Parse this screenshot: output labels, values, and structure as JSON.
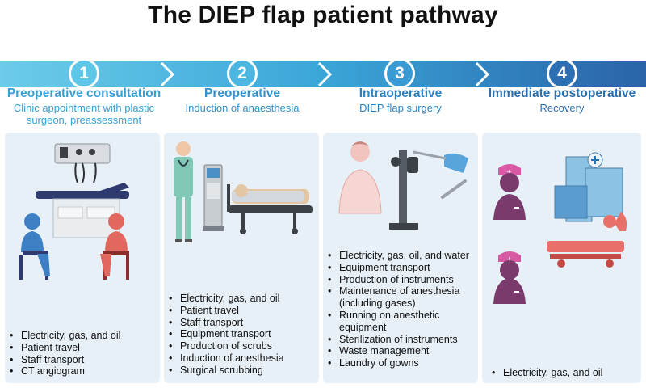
{
  "title": "The DIEP flap patient pathway",
  "steps": [
    {
      "number": "1",
      "heading": "Preoperative consultation",
      "subtitle": "Clinic appointment with plastic surgeon, preassessment",
      "items": [
        "Electricity, gas, and oil",
        "Patient travel",
        "Staff transport",
        "CT angiogram"
      ]
    },
    {
      "number": "2",
      "heading": "Preoperative",
      "subtitle": "Induction of anaesthesia",
      "items": [
        "Electricity, gas, and oil",
        "Patient travel",
        "Staff transport",
        "Equipment transport",
        "Production of scrubs",
        "Induction of anesthesia",
        "Surgical scrubbing"
      ]
    },
    {
      "number": "3",
      "heading": "Intraoperative",
      "subtitle": "DIEP flap surgery",
      "items": [
        "Electricity, gas, oil, and water",
        "Equipment transport",
        "Production of instruments",
        "Maintenance of anesthesia (including gases)",
        "Running on anesthetic equipment",
        "Sterilization of instruments",
        "Waste management",
        "Laundry of gowns"
      ]
    },
    {
      "number": "4",
      "heading": "Immediate postoperative",
      "subtitle": "Recovery",
      "items": [
        "Electricity, gas, and oil"
      ]
    }
  ],
  "colors": {
    "band_light": "#5fc3e6",
    "band_mid": "#3aa6d8",
    "band_dark": "#2a6fb0",
    "panel": "#e8f0f7",
    "heading": "#2f8fc9"
  }
}
